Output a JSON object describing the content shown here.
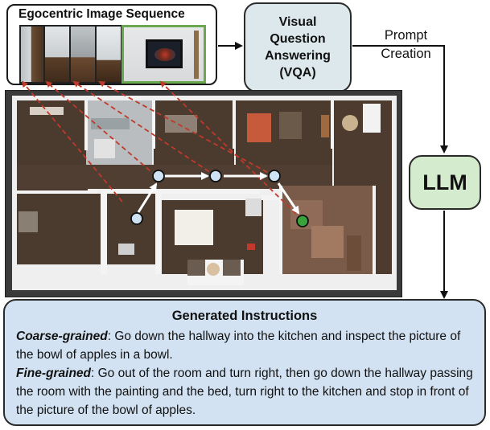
{
  "ego_sequence": {
    "title": "Egocentric Image Sequence",
    "frame_count": 5
  },
  "vqa": {
    "label": "Visual\nQuestion\nAnswering\n(VQA)"
  },
  "prompt_creation": {
    "label": "Prompt\nCreation"
  },
  "llm": {
    "label": "LLM"
  },
  "instructions": {
    "title": "Generated Instructions",
    "coarse": {
      "tag": "Coarse-grained",
      "text": ": Go down the hallway into the kitchen and inspect the picture of the bowl of apples in a bowl."
    },
    "fine": {
      "tag": "Fine-grained",
      "text": ": Go out of the room and turn right, then go down the hallway passing the room with the painting and the bed, turn right to the kitchen and stop in front of the picture of the bowl of apples."
    }
  },
  "colors": {
    "vqa_fill": "#dce8ec",
    "llm_fill": "#d5ebcd",
    "instructions_fill": "#d2e2f2",
    "path_arrow": "#ffffff",
    "projection_line": "#c0392b",
    "waypoint": "#cfe2f3",
    "goal_waypoint": "#38a33a"
  }
}
